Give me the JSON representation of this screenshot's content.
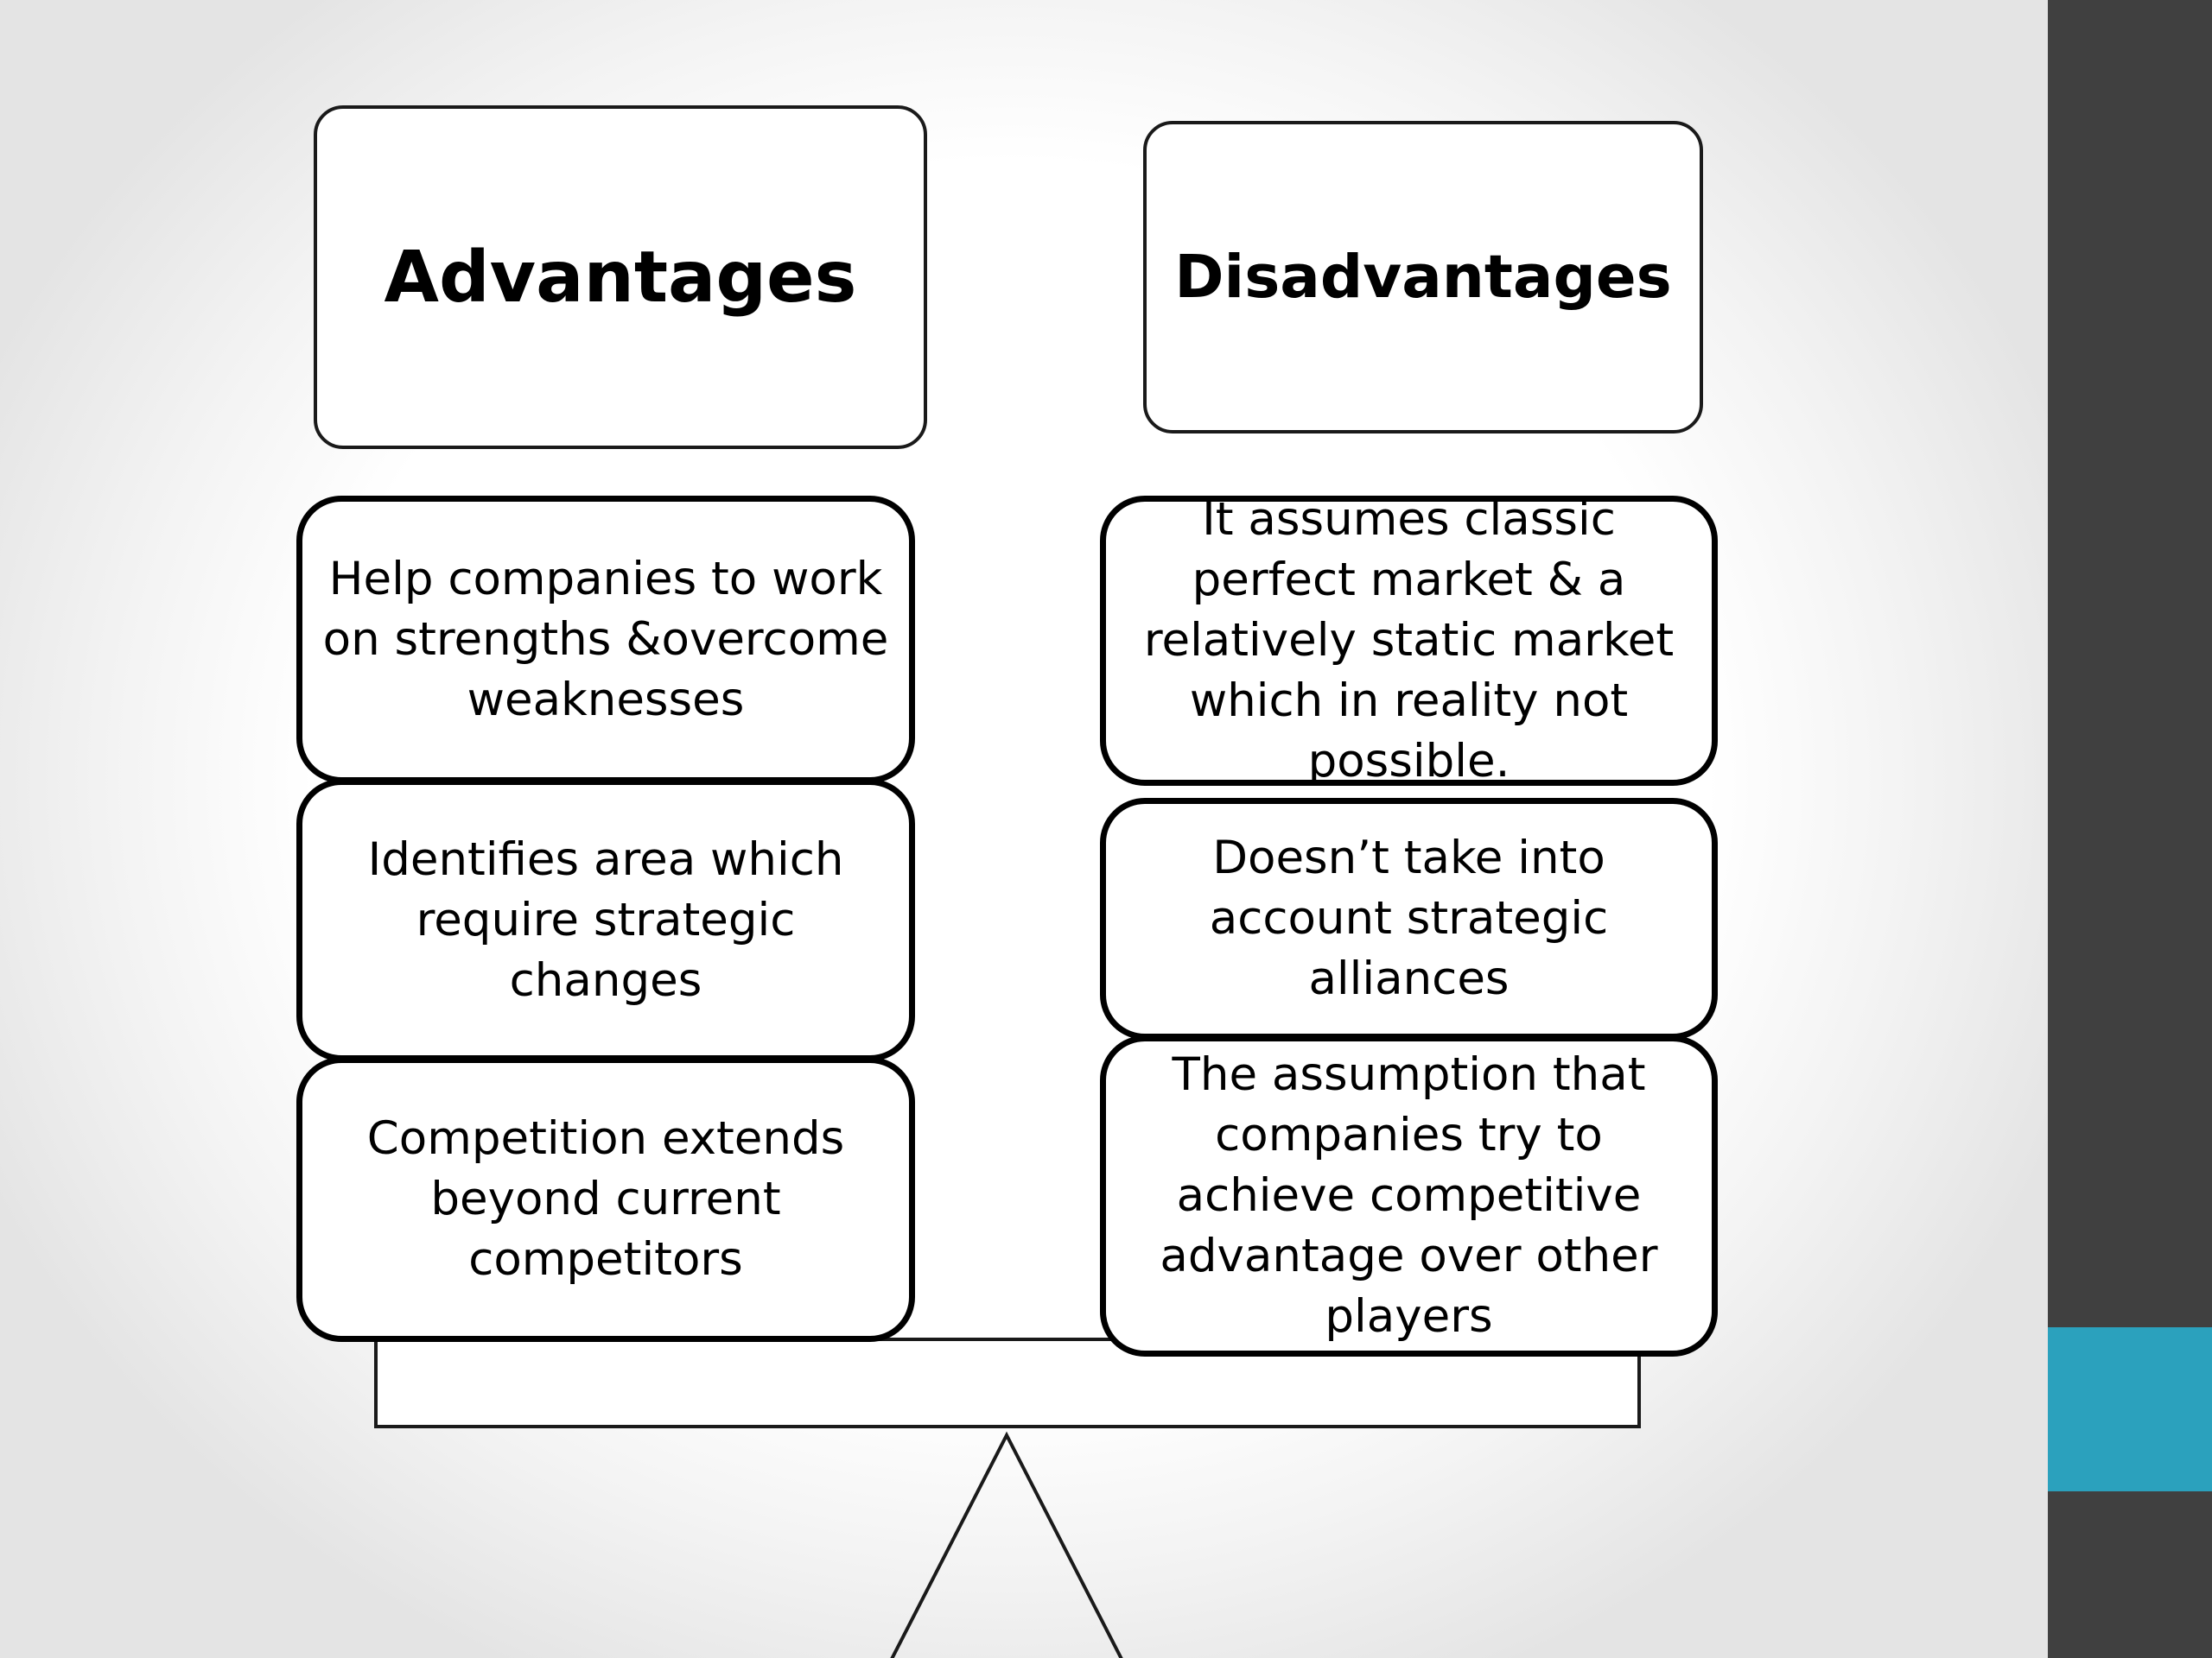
{
  "advantages": {
    "title": "Advantages",
    "items": [
      "Help companies to work on strengths &overcome weaknesses",
      "Identifies area which require strategic changes",
      "Competition extends beyond current competitors"
    ]
  },
  "disadvantages": {
    "title": "Disadvantages",
    "items": [
      "It assumes classic perfect market & a relatively static market which in reality not possible.",
      "Doesn’t take into account strategic alliances",
      "The assumption that companies try to achieve competitive advantage over other players"
    ]
  },
  "colors": {
    "side_panel": "#404040",
    "side_accent": "#2ba1bd",
    "box_border": "#000000",
    "box_fill": "#ffffff"
  }
}
